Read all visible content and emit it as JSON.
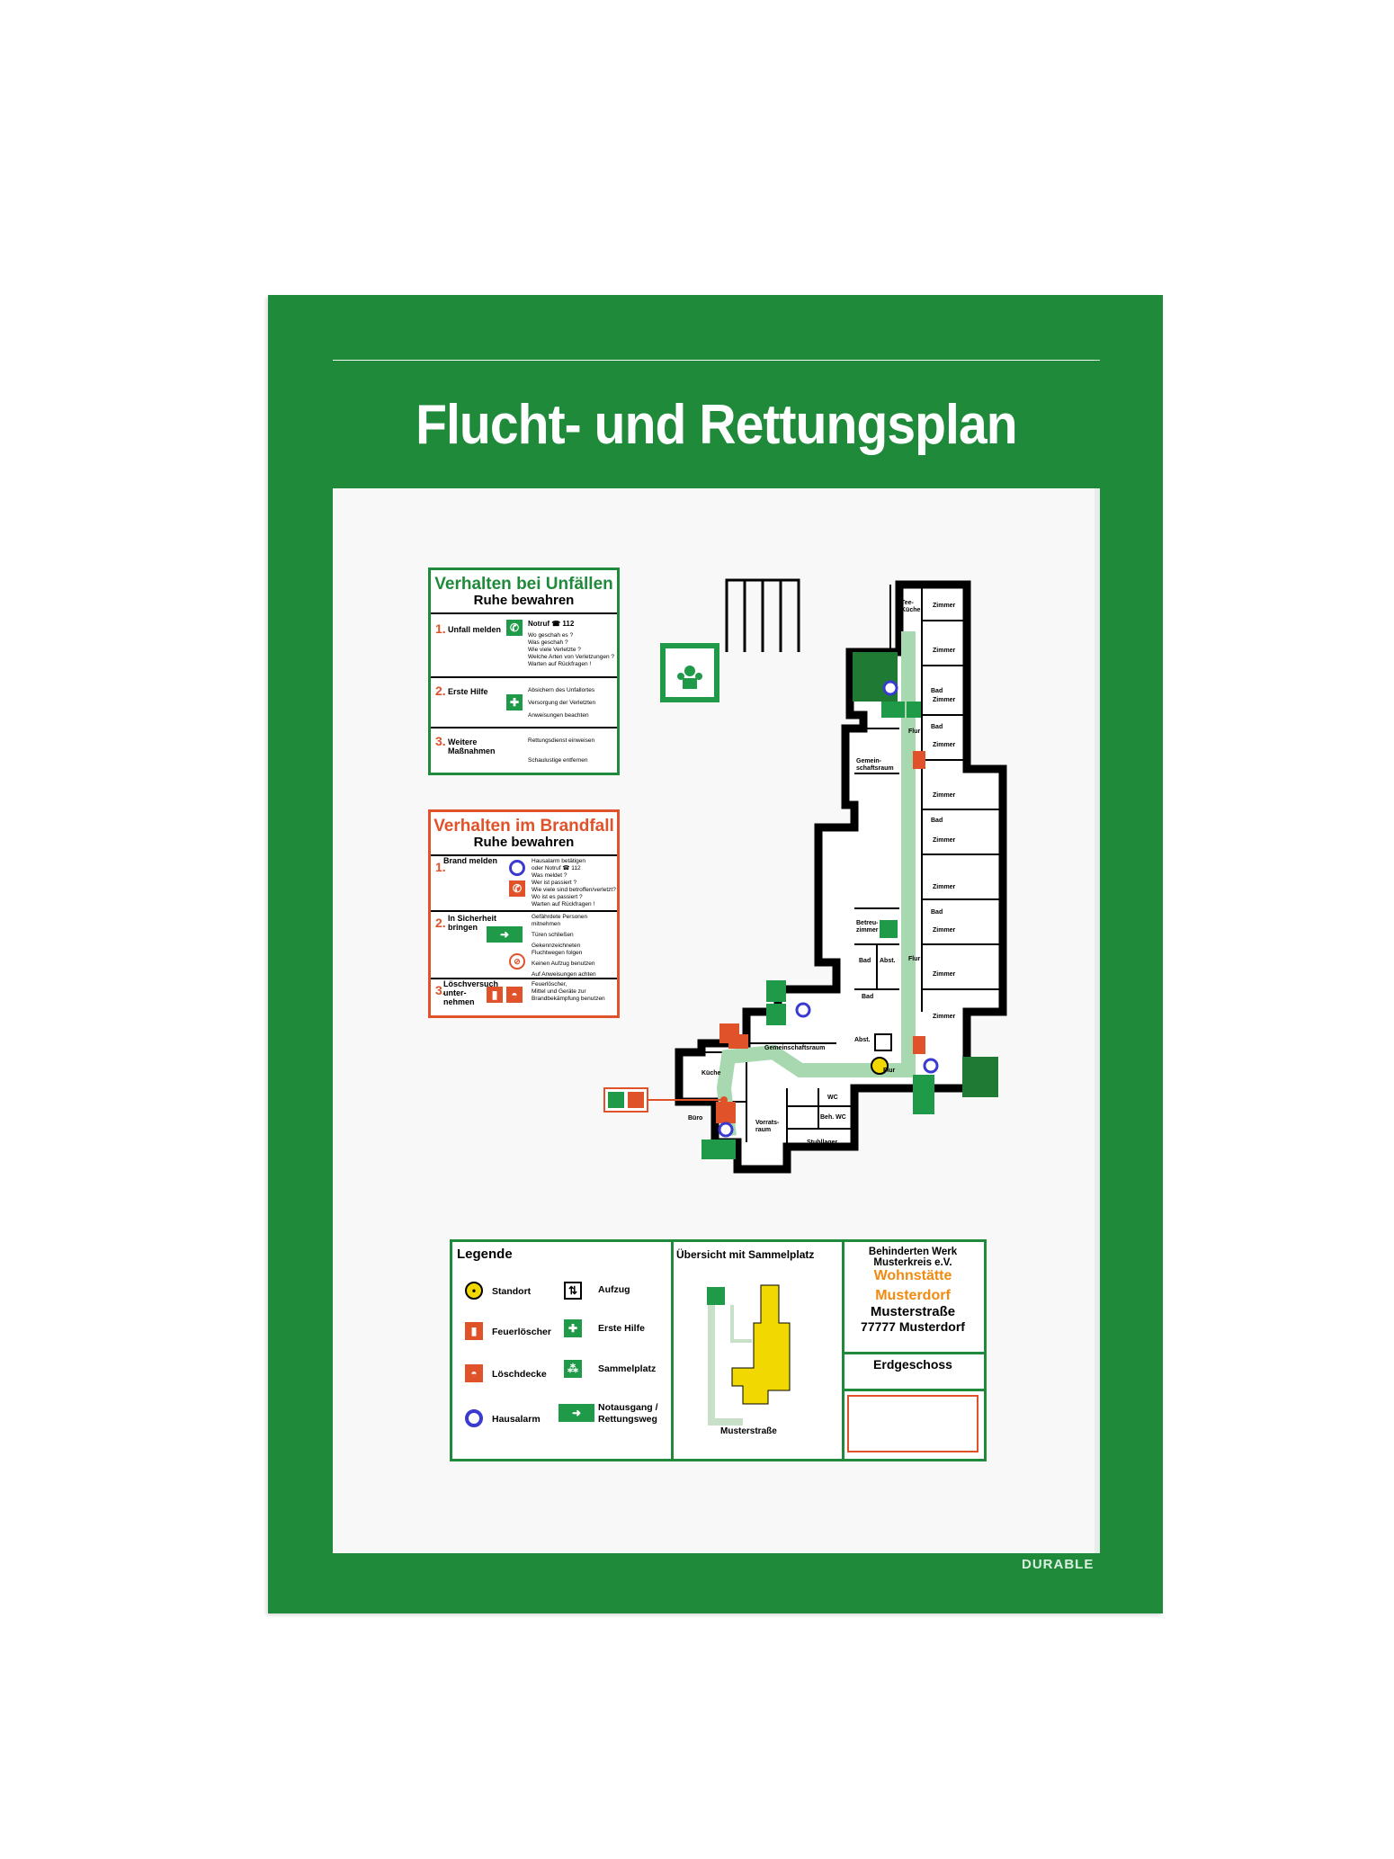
{
  "title": "Flucht- und Rettungsplan",
  "brand": "DURABLE",
  "colors": {
    "frame": "#1f8a3a",
    "fire": "#e0522a",
    "alarm": "#3a3ad0",
    "escape_route": "#a8d8b0",
    "building": "#f0d800"
  },
  "accident_box": {
    "title": "Verhalten bei Unfällen",
    "subtitle": "Ruhe bewahren",
    "rows": [
      {
        "num": "1.",
        "label": "Unfall melden",
        "heading": "Notruf  ☎ 112",
        "lines": [
          "Wo geschah es ?",
          "Was geschah ?",
          "Wie viele Verletzte ?",
          "Welche Arten von Verletzungen ?",
          "Warten auf Rückfragen !"
        ]
      },
      {
        "num": "2.",
        "label": "Erste Hilfe",
        "lines": [
          "Absichern des Unfallortes",
          "Versorgung der Verletzten",
          "Anweisungen beachten"
        ]
      },
      {
        "num": "3.",
        "label": "Weitere\nMaßnahmen",
        "lines": [
          "Rettungsdienst einweisen",
          "Schaulustige entfernen"
        ]
      }
    ]
  },
  "fire_box": {
    "title": "Verhalten im Brandfall",
    "subtitle": "Ruhe bewahren",
    "rows": [
      {
        "num": "1.",
        "label": "Brand melden",
        "lines": [
          "Hausalarm betätigen",
          "oder Notruf  ☎ 112",
          "Was meldet ?",
          "Wer ist passiert ?",
          "Wie viele sind betroffen/verletzt?",
          "Wo ist es passiert ?",
          "Warten auf Rückfragen !"
        ]
      },
      {
        "num": "2.",
        "label": "In Sicherheit\nbringen",
        "lines": [
          "Gefährdete Personen",
          "mitnehmen",
          "Türen schließen",
          "Gekennzeichneten",
          "Fluchtwegen folgen",
          "Keinen Aufzug benutzen",
          "Auf Anweisungen achten"
        ]
      },
      {
        "num": "3.",
        "label": "Löschversuch\nunter-\nnehmen",
        "lines": [
          "Feuerlöscher,",
          "Mittel und Geräte zur",
          "Brandbekämpfung benutzen"
        ]
      }
    ]
  },
  "rooms": {
    "tee_kueche": "Tee-\nKüche",
    "zimmer": "Zimmer",
    "bad": "Bad",
    "flur": "Flur",
    "gemeinschaftsraum_small": "Gemein-\nschaftsraum",
    "betreuerzimmer": "Betreu-\nzimmer",
    "abstell": "Abst.",
    "abstell2": "Abst.",
    "gemeinschaftsraum": "Gemeinschaftsraum",
    "kueche": "Küche",
    "buero": "Büro",
    "vorratsraum": "Vorrats-\nraum",
    "wc": "WC",
    "beh_wc": "Beh. WC",
    "stuhllager": "Stuhllager"
  },
  "legend": {
    "title": "Legende",
    "items": [
      {
        "icon": "standort-icon",
        "label": "Standort"
      },
      {
        "icon": "aufzug-icon",
        "label": "Aufzug"
      },
      {
        "icon": "feuerloescher-icon",
        "label": "Feuerlöscher"
      },
      {
        "icon": "erste-hilfe-icon",
        "label": "Erste Hilfe"
      },
      {
        "icon": "loeschdecke-icon",
        "label": "Löschdecke"
      },
      {
        "icon": "sammelplatz-icon",
        "label": "Sammelplatz"
      },
      {
        "icon": "hausalarm-icon",
        "label": "Hausalarm"
      },
      {
        "icon": "notausgang-icon",
        "label": "Notausgang /\nRettungsweg"
      }
    ]
  },
  "overview": {
    "title": "Übersicht mit Sammelplatz",
    "street": "Musterstraße"
  },
  "info": {
    "org_line1": "Behinderten Werk",
    "org_line2": "Musterkreis e.V.",
    "facility": "Wohnstätte",
    "town": "Musterdorf",
    "street": "Musterstraße",
    "city": "77777 Musterdorf",
    "floor": "Erdgeschoss"
  }
}
